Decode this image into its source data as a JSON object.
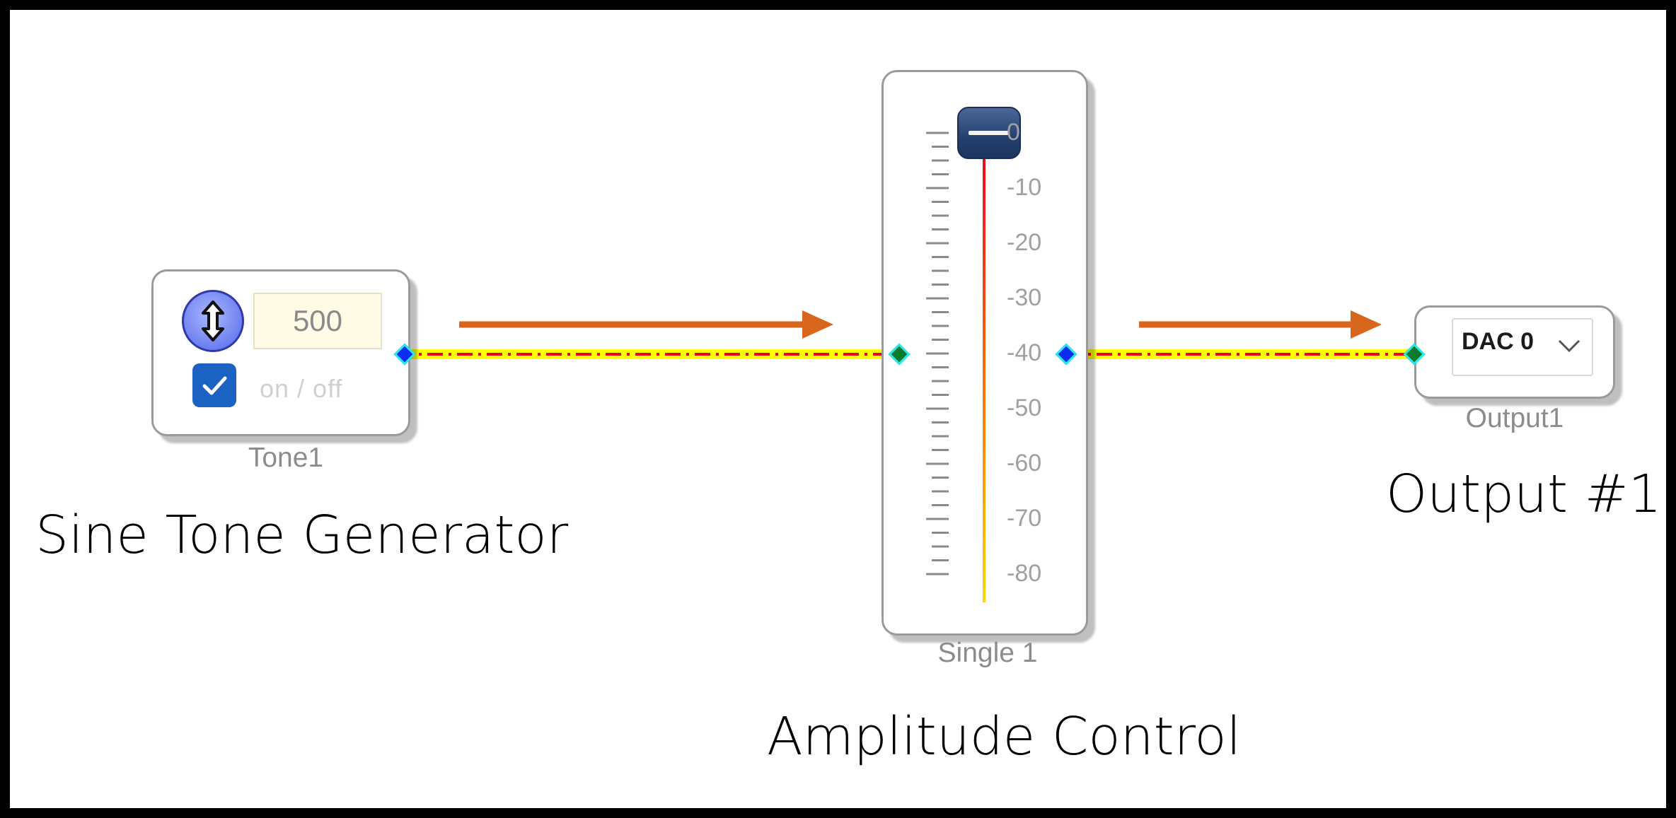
{
  "tone": {
    "frequency": "500",
    "onoff_label": "on / off",
    "checked": true,
    "label": "Tone1"
  },
  "fader": {
    "label": "Single 1",
    "scale": [
      "0",
      "-10",
      "-20",
      "-30",
      "-40",
      "-50",
      "-60",
      "-70",
      "-80"
    ],
    "value_db": 0
  },
  "output": {
    "selected": "DAC 0",
    "label": "Output1"
  },
  "annotations": {
    "tone": "Sine Tone Generator",
    "amplitude": "Amplitude Control",
    "output": "Output #1"
  },
  "colors": {
    "arrow": "#d8661c",
    "wire_glow": "#ffff00",
    "wire_core": "#e8001c",
    "pin_output": "#0b2df0",
    "pin_input": "#0c7a2a",
    "pin_border": "#2ae8ee",
    "fader_track_top": "#e8001c",
    "fader_track_bottom": "#ffd600"
  },
  "icons": {
    "knob": "up-down-arrows-icon",
    "checkbox": "checkmark-icon",
    "dropdown": "chevron-down-icon"
  }
}
